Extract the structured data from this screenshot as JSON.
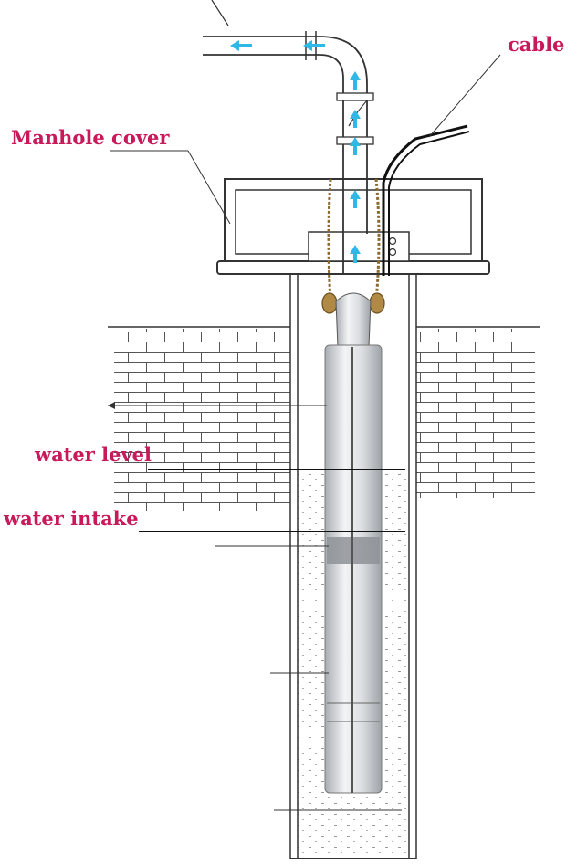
{
  "diagram": {
    "labels": {
      "cable": "cable",
      "manhole_cover": "Manhole cover",
      "water_level": "water level",
      "water_intake": "water intake"
    },
    "colors": {
      "label": "#c8195a",
      "flow_arrow": "#2fb8e6",
      "line": "#333333",
      "brick": "#555555",
      "water_dot": "#9a9a9a",
      "pump_body": "#d4d7da",
      "rope": "#8a6a2e"
    },
    "icons": {
      "flow": "flow-arrow-icon"
    }
  }
}
